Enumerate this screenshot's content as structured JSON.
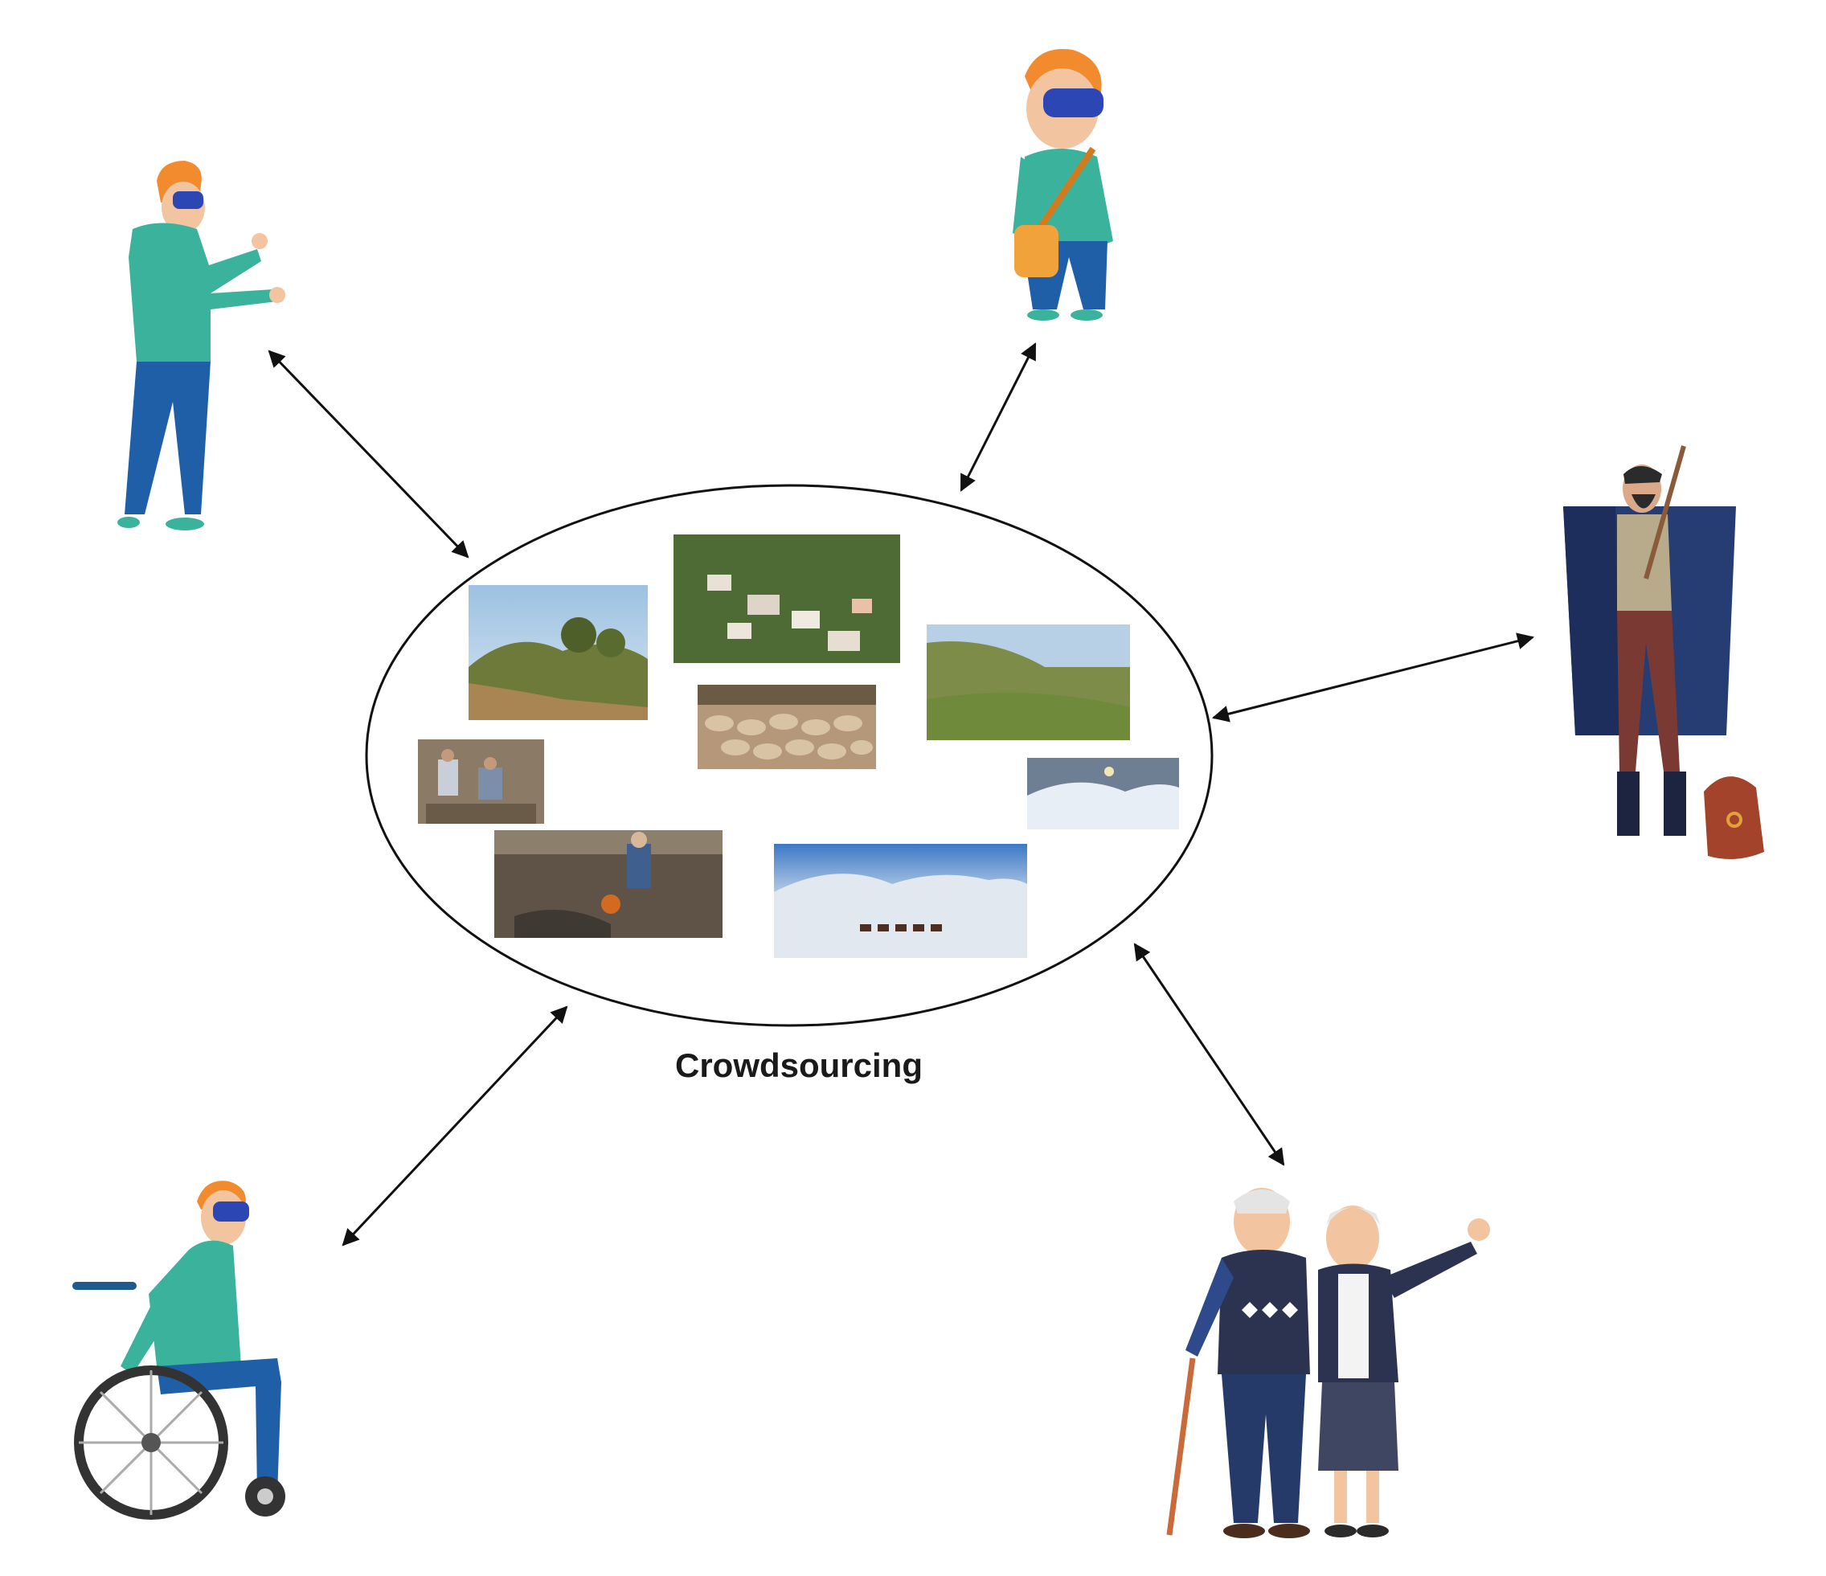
{
  "hub": {
    "caption": "Crowdsourcing",
    "photos": [
      {
        "name": "photo-countryside-ruins",
        "subject": "countryside"
      },
      {
        "name": "photo-village-aerial",
        "subject": "village"
      },
      {
        "name": "photo-hillside-path",
        "subject": "hillside"
      },
      {
        "name": "photo-sheep-flock",
        "subject": "sheep"
      },
      {
        "name": "photo-shepherds-milking",
        "subject": "people"
      },
      {
        "name": "photo-snowy-slope",
        "subject": "snow"
      },
      {
        "name": "photo-old-man-fire",
        "subject": "fire"
      },
      {
        "name": "photo-mule-caravan-snow",
        "subject": "snow-mountains"
      }
    ]
  },
  "participants": [
    {
      "name": "vr-user-pointing",
      "role": "vr-headset-user"
    },
    {
      "name": "vr-child-with-bag",
      "role": "vr-headset-child"
    },
    {
      "name": "shepherd-with-cape",
      "role": "local-shepherd"
    },
    {
      "name": "elderly-couple",
      "role": "elderly-locals"
    },
    {
      "name": "wheelchair-vr-user",
      "role": "vr-wheelchair-user"
    }
  ],
  "colors": {
    "teal": "#3bb39c",
    "blue": "#1f5fa8",
    "orange_hair": "#f28a2e",
    "navy": "#2b3350",
    "stroke": "#111111"
  }
}
